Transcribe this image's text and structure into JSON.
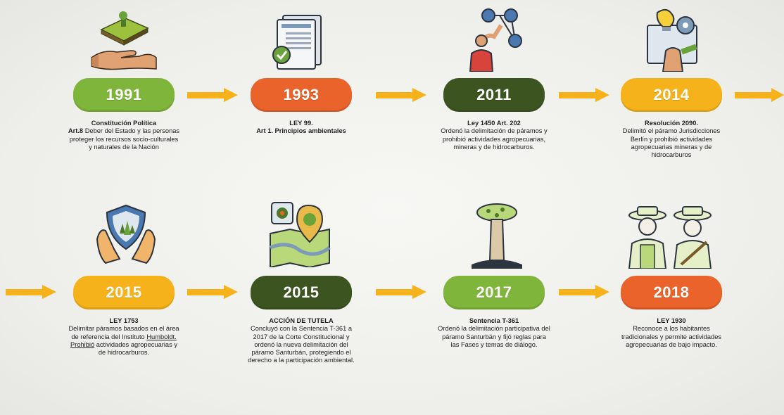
{
  "colors": {
    "green": "#7fb53a",
    "orange": "#e9632b",
    "dark_green": "#3c5520",
    "amber": "#f5b21b",
    "arrow": "#f5b21b"
  },
  "milestones": [
    {
      "year": "1991",
      "color": "green",
      "icon": "hand-holding-land-icon",
      "title": "Constitución Política",
      "text_bold_lead": "Art.8",
      "text": "Deber del Estado y las personas proteger los recursos socio-culturales y naturales de la Nación"
    },
    {
      "year": "1993",
      "color": "orange",
      "icon": "document-check-icon",
      "title": "LEY 99.",
      "text_bold_lead": "Art 1. Principios ambientales",
      "text": ""
    },
    {
      "year": "2011",
      "color": "dark_green",
      "icon": "person-network-icon",
      "title": "Ley 1450 Art. 202",
      "text_bold_lead": "",
      "text": "Ordenó la delimitación de páramos y prohibió actividades agropecuarias, mineras y de hidrocarburos."
    },
    {
      "year": "2014",
      "color": "amber",
      "icon": "idea-gear-icon",
      "title": "Resolución 2090.",
      "text_bold_lead": "",
      "text": "Delimitó el páramo Jurisdicciones Berlín y prohibió actividades agropecuarias mineras y de hidrocarburos"
    },
    {
      "year": "2015",
      "color": "amber",
      "icon": "hands-shield-forest-icon",
      "title": "LEY 1753",
      "text_bold_lead": "",
      "text_pre": "Delimitar páramos basados en el área de referencia del Instituto",
      "text_underline": "Humboldt. Prohibió",
      "text": "actividades agropecuarias y de hidrocarburos."
    },
    {
      "year": "2015",
      "color": "dark_green",
      "icon": "map-location-icon",
      "title": "ACCIÓN DE TUTELA",
      "text_bold_lead": "",
      "text": "Concluyó con la Sentencia T-361 a 2017 de la Corte Constitucional y ordenó la nueva delimitación del páramo Santurbán, protegiendo el derecho a la participación ambiental."
    },
    {
      "year": "2017",
      "color": "green",
      "icon": "tree-icon",
      "title": "Sentencia T-361",
      "text_bold_lead": "",
      "text": "Ordenó la delimitación participativa del páramo Santurbán y fijó reglas para las Fases y temas de diálogo."
    },
    {
      "year": "2018",
      "color": "orange",
      "icon": "farmers-icon",
      "title": "LEY 1930",
      "text_bold_lead": "",
      "text": "Reconoce a los habitantes tradicionales y permite actividades agropecuarias de bajo impacto."
    }
  ]
}
